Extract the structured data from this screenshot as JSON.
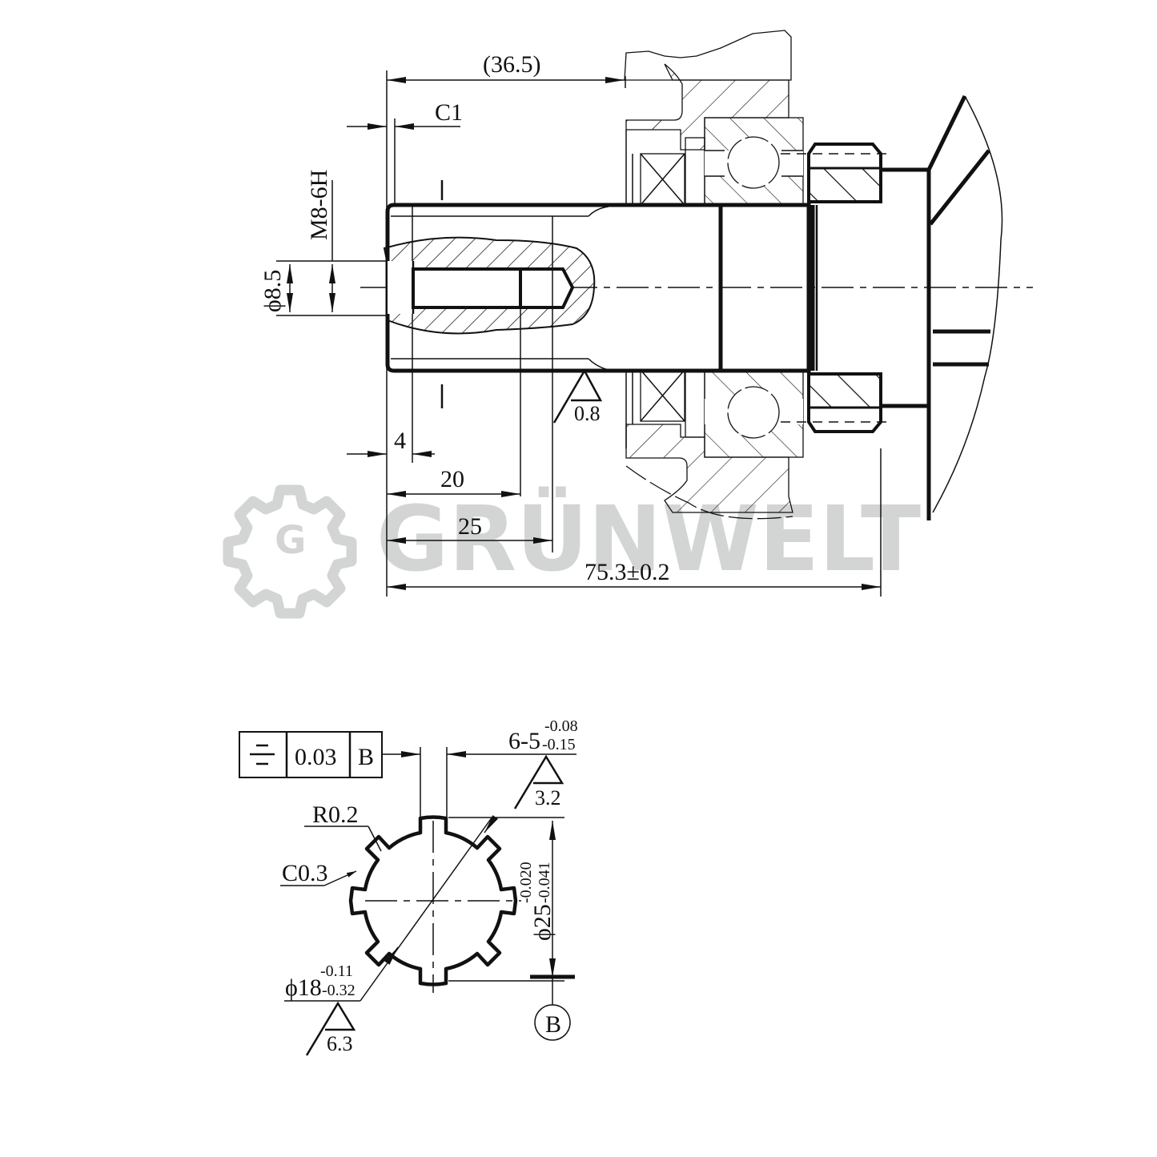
{
  "watermark": {
    "brand": "GRÜNWELT",
    "logo_letter": "G",
    "color": "#d3d5d4"
  },
  "side_view": {
    "dimensions": {
      "bearing_offset": "(36.5)",
      "chamfer": "C1",
      "thread": "M8-6H",
      "thread_bore_diameter": "ϕ8.5",
      "surface_roughness": "0.8",
      "thread_start": "4",
      "thread_depth": "20",
      "bore_depth": "25",
      "overall_length": "75.3±0.2"
    }
  },
  "section_view": {
    "tolerance_frame": {
      "symbol": "symmetry",
      "value": "0.03",
      "datum": "B"
    },
    "key_width": {
      "base": "6-5",
      "upper": "-0.08",
      "lower": "-0.15"
    },
    "key_roughness": "3.2",
    "fillet": "R0.2",
    "chamfer": "C0.3",
    "minor_diameter": {
      "base": "ϕ18",
      "upper": "-0.11",
      "lower": "-0.32"
    },
    "minor_roughness": "6.3",
    "major_diameter": {
      "base": "ϕ25",
      "upper": "-0.020",
      "lower": "-0.041"
    },
    "datum_label": "B"
  }
}
